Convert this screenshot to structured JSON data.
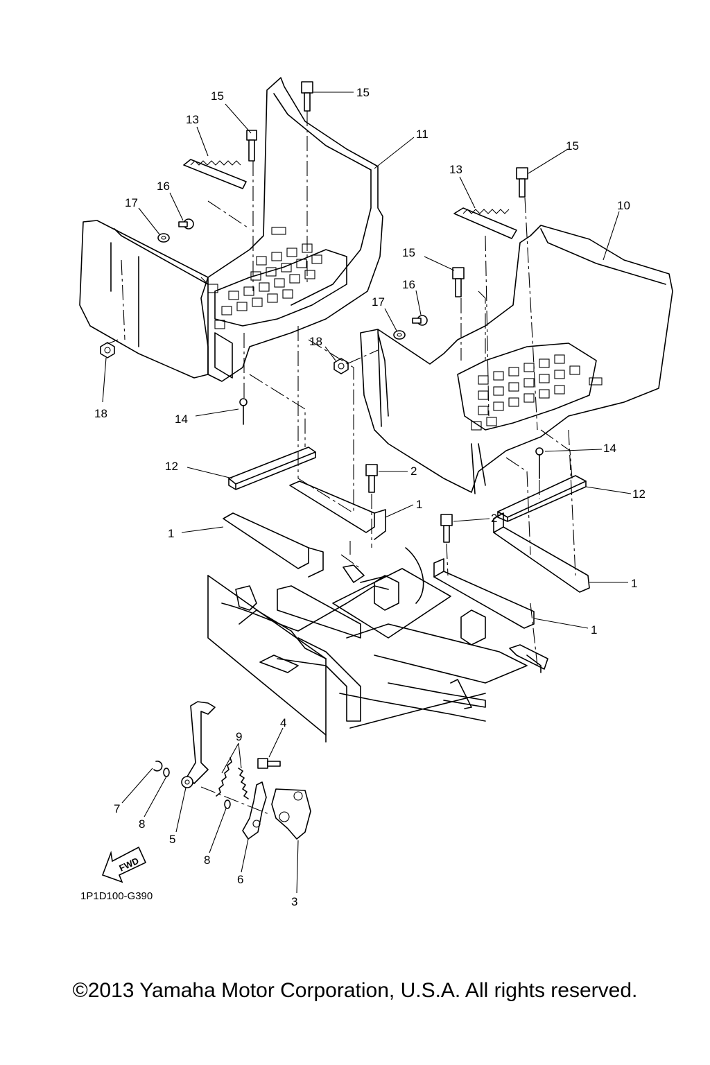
{
  "callouts": {
    "c15a": "15",
    "c15b": "15",
    "c15c": "15",
    "c15d": "15",
    "c13a": "13",
    "c13b": "13",
    "c11": "11",
    "c10": "10",
    "c16a": "16",
    "c16b": "16",
    "c17a": "17",
    "c17b": "17",
    "c18a": "18",
    "c18b": "18",
    "c14a": "14",
    "c14b": "14",
    "c12a": "12",
    "c12b": "12",
    "c2a": "2",
    "c2b": "2",
    "c1a": "1",
    "c1b": "1",
    "c1c": "1",
    "c1d": "1",
    "c9": "9",
    "c4": "4",
    "c7": "7",
    "c8a": "8",
    "c8b": "8",
    "c5": "5",
    "c6": "6",
    "c3": "3"
  },
  "fwd_label": "FWD",
  "diagram_code": "1P1D100-G390",
  "copyright": "©2013 Yamaha Motor Corporation, U.S.A. All rights reserved."
}
